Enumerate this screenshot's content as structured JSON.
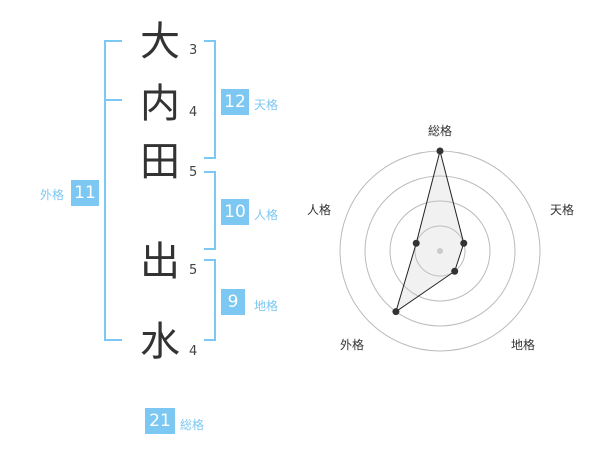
{
  "name": {
    "characters": [
      {
        "char": "大",
        "strokes": "3"
      },
      {
        "char": "内",
        "strokes": "4"
      },
      {
        "char": "田",
        "strokes": "5"
      },
      {
        "char": "出",
        "strokes": "5"
      },
      {
        "char": "水",
        "strokes": "4"
      }
    ]
  },
  "kaku": {
    "tenkaku": {
      "value": "12",
      "label": "天格"
    },
    "jinkaku": {
      "value": "10",
      "label": "人格"
    },
    "chikaku": {
      "value": "9",
      "label": "地格"
    },
    "gaikaku": {
      "value": "11",
      "label": "外格"
    },
    "soukaku": {
      "value": "21",
      "label": "総格"
    }
  },
  "radar": {
    "axes": [
      "総格",
      "天格",
      "地格",
      "外格",
      "人格"
    ],
    "levels": 4,
    "values": [
      4,
      1,
      1,
      3,
      1
    ],
    "max": 4
  },
  "colors": {
    "accent": "#7cc8f2",
    "text": "#333333",
    "grid": "#bbbbbb"
  }
}
